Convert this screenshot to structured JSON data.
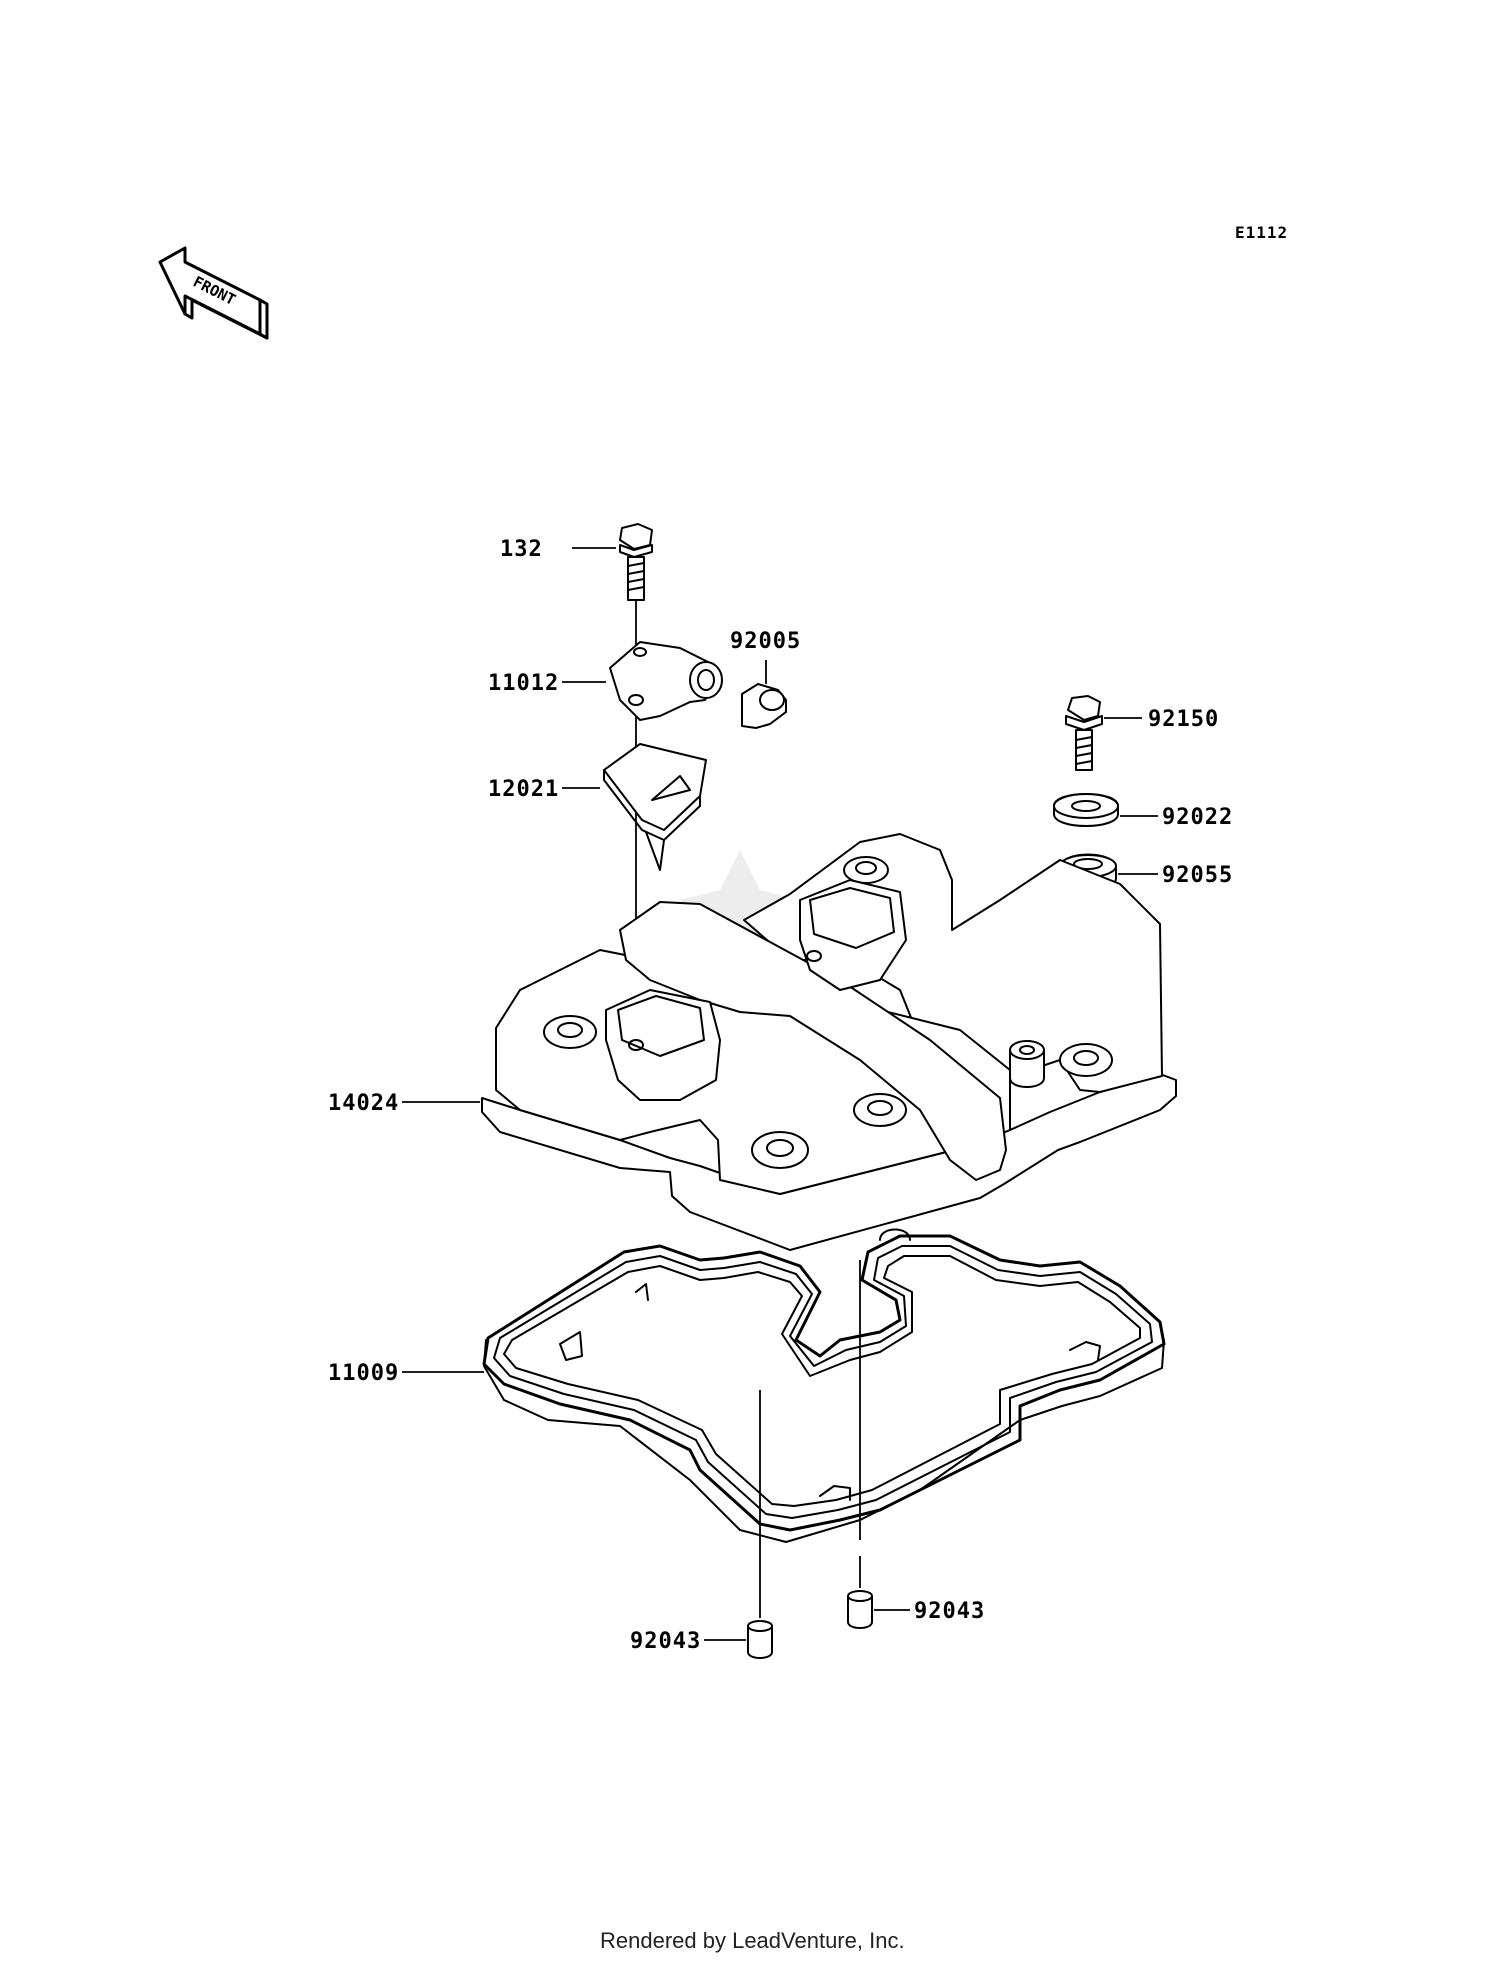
{
  "diagram_code": "E1112",
  "front_marker": "FRONT",
  "footer": "Rendered by LeadVenture, Inc.",
  "parts": [
    {
      "id": "132",
      "label": "132"
    },
    {
      "id": "11012",
      "label": "11012"
    },
    {
      "id": "92005",
      "label": "92005"
    },
    {
      "id": "12021",
      "label": "12021"
    },
    {
      "id": "92150",
      "label": "92150"
    },
    {
      "id": "92022",
      "label": "92022"
    },
    {
      "id": "92055",
      "label": "92055"
    },
    {
      "id": "14024",
      "label": "14024"
    },
    {
      "id": "11009",
      "label": "11009"
    },
    {
      "id": "92043a",
      "label": "92043"
    },
    {
      "id": "92043b",
      "label": "92043"
    }
  ]
}
